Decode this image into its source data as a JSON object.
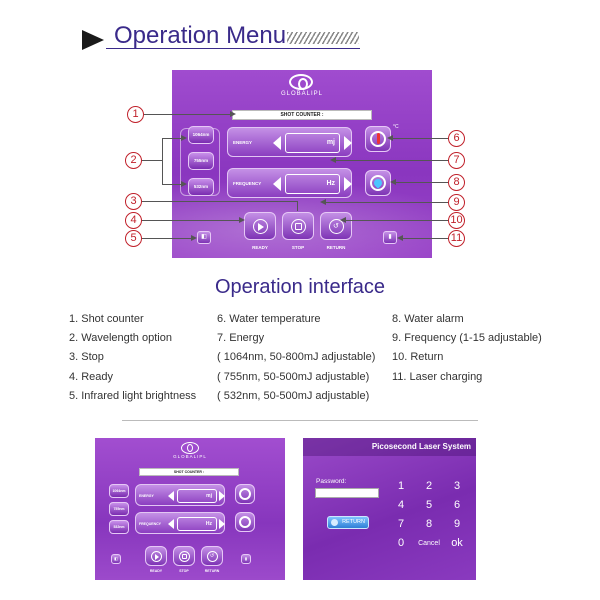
{
  "header": {
    "title": "Operation Menu"
  },
  "panel": {
    "logo": "GLOBALIPL",
    "shot_counter": "SHOT COUNTER :",
    "wavelengths": [
      "1064nm",
      "755nm",
      "532nm"
    ],
    "energy": {
      "label": "ENERGY",
      "unit": "mj"
    },
    "frequency": {
      "label": "FREQUENCY",
      "unit": "Hz"
    },
    "degree": "°C",
    "ready_label": "READY",
    "stop_label": "STOP",
    "return_label": "RETURN",
    "return_glyph": "↺",
    "ir_glyph": "◧",
    "charge_glyph": "▮"
  },
  "callouts": [
    "1",
    "2",
    "3",
    "4",
    "5",
    "6",
    "7",
    "8",
    "9",
    "10",
    "11"
  ],
  "section": {
    "title": "Operation interface",
    "col1": [
      "1. Shot counter",
      "2. Wavelength option",
      "3. Stop",
      "4. Ready",
      "5. Infrared light brightness"
    ],
    "col2": [
      "6. Water temperature",
      "7. Energy",
      "( 1064nm, 50-800mJ adjustable)",
      "( 755nm, 50-500mJ adjustable)",
      "( 532nm, 50-500mJ adjustable)"
    ],
    "col3": [
      "8. Water alarm",
      "9. Frequency (1-15 adjustable)",
      "10. Return",
      "11. Laser charging"
    ]
  },
  "login": {
    "title": "Picosecond Laser System",
    "password_label": "Password:",
    "return_label": "RETURN",
    "keys": [
      "1",
      "2",
      "3",
      "4",
      "5",
      "6",
      "7",
      "8",
      "9",
      "0",
      "Cancel",
      "ok"
    ]
  }
}
